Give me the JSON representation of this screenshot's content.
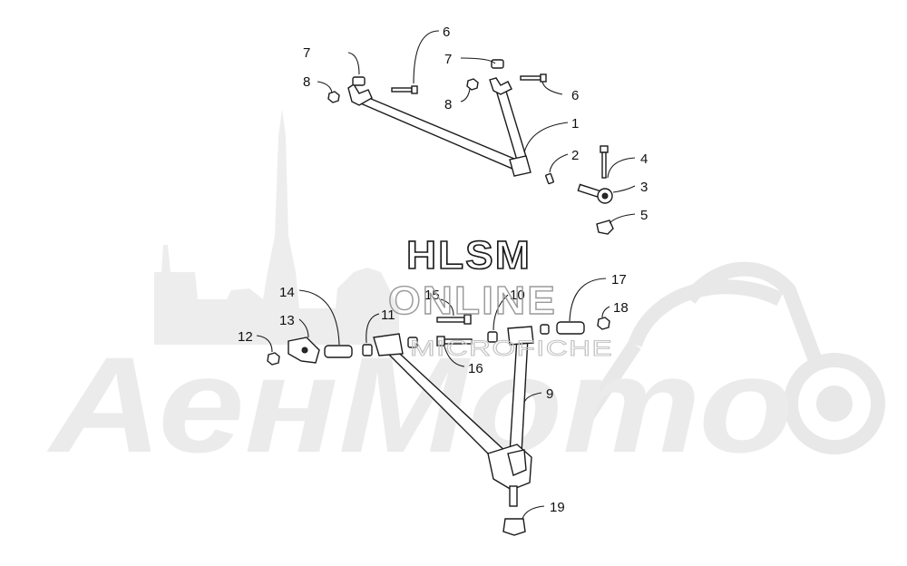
{
  "watermark": {
    "line1": "HLSM",
    "line2": "ONLINE",
    "line3": "MICROFICHE",
    "logo_text": "АенМото"
  },
  "callouts": {
    "c1": "1",
    "c2": "2",
    "c3": "3",
    "c4": "4",
    "c5": "5",
    "c6a": "6",
    "c6b": "6",
    "c7a": "7",
    "c7b": "7",
    "c8a": "8",
    "c8b": "8",
    "c9": "9",
    "c10": "10",
    "c11": "11",
    "c12": "12",
    "c13": "13",
    "c14": "14",
    "c15": "15",
    "c16": "16",
    "c17": "17",
    "c18": "18",
    "c19": "19"
  },
  "colors": {
    "line": "#1a1a1a",
    "watermark_gray": "#ebebeb",
    "background": "#ffffff"
  }
}
